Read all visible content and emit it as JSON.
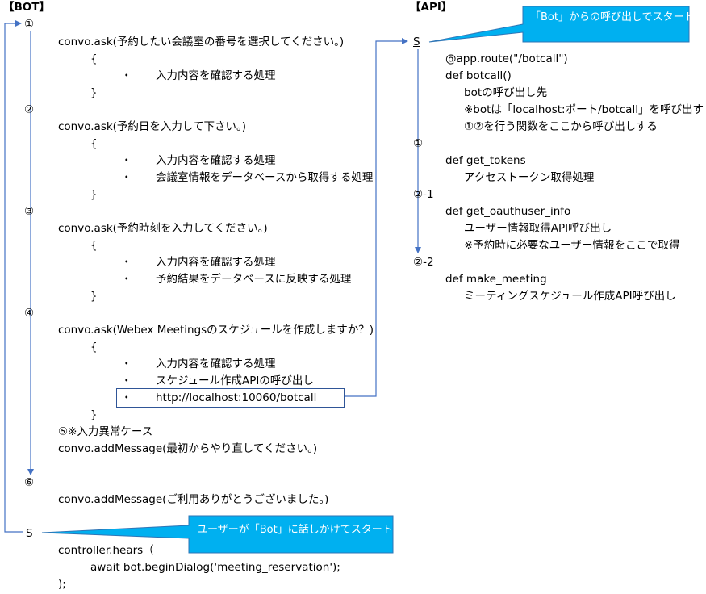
{
  "bot": {
    "header": "【BOT】",
    "step1": "①",
    "ask1": "convo.ask(予約したい会議室の番号を選択してください。)",
    "ask1_open": "{",
    "ask1_items": [
      "・",
      "入力内容を確認する処理"
    ],
    "ask1_close": "}",
    "step2": "②",
    "ask2": "convo.ask(予約日を入力して下さい。)",
    "ask2_open": "{",
    "ask2_item1": "入力内容を確認する処理",
    "ask2_item2": "会議室情報をデータベースから取得する処理",
    "ask2_close": "}",
    "step3": "③",
    "ask3": "convo.ask(予約時刻を入力してください。)",
    "ask3_open": "{",
    "ask3_item1": "入力内容を確認する処理",
    "ask3_item2": "予約結果をデータベースに反映する処理",
    "ask3_close": "}",
    "step4": "④",
    "ask4": "convo.ask(Webex Meetingsのスケジュールを作成しますか？)",
    "ask4_open": "{",
    "ask4_item1": "入力内容を確認する処理",
    "ask4_item2": "スケジュール作成APIの呼び出し",
    "ask4_item3": "http://localhost:10060/botcall",
    "ask4_close": "}",
    "bullet": "・",
    "step5": "⑤※入力異常ケース",
    "add_message1": "convo.addMessage(最初からやり直してください。)",
    "step6": "⑥",
    "add_message2": "convo.addMessage(ご利用ありがとうございました。)",
    "start": "S",
    "hears": "controller.hears（",
    "begin_dialog": "await bot.beginDialog('meeting_reservation');",
    "close_paren": ");",
    "callout": "ユーザーが「Bot」に話しかけてスタート"
  },
  "api": {
    "header": "【API】",
    "start": "S",
    "callout": "「Bot」からの呼び出しでスタート",
    "route": "@app.route(\"/botcall\")",
    "def_botcall": "def botcall()",
    "botcall_note1": "botの呼び出し先",
    "botcall_note2": "※botは「localhost:ポート/botcall」を呼び出す",
    "botcall_note3": "①②を行う関数をここから呼び出しする",
    "step1": "①",
    "def_tokens": "def get_tokens",
    "tokens_note": "アクセストークン取得処理",
    "step2_1": "②-1",
    "def_userinfo": "def get_oauthuser_info",
    "userinfo_note1": "ユーザー情報取得API呼び出し",
    "userinfo_note2": "※予約時に必要なユーザー情報をここで取得",
    "step2_2": "②-2",
    "def_meeting": "def make_meeting",
    "meeting_note": "ミーティングスケジュール作成API呼び出し"
  },
  "colors": {
    "line": "#4472c4",
    "callout_fill": "#00b0f0",
    "callout_border": "#2e75b6",
    "text": "#000000"
  }
}
